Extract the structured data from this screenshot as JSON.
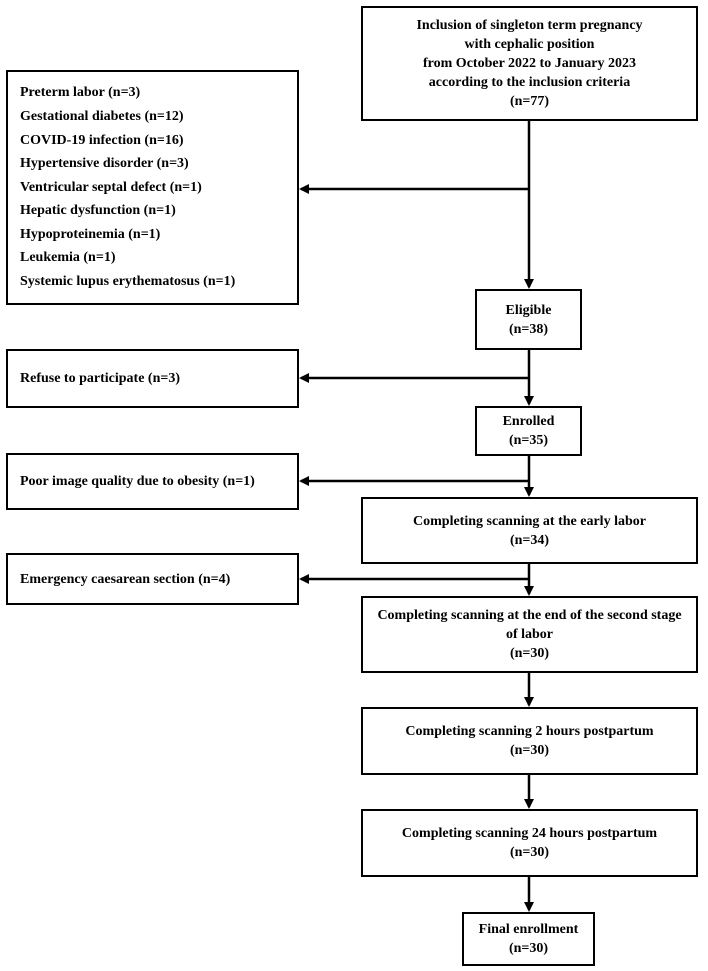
{
  "boxes": {
    "inclusion": [
      "Inclusion of singleton term pregnancy",
      "with cephalic position",
      "from October 2022 to January 2023",
      "according to the inclusion criteria",
      "(n=77)"
    ],
    "exclusions": [
      "Preterm labor (n=3)",
      "Gestational diabetes (n=12)",
      "COVID-19 infection (n=16)",
      "Hypertensive disorder (n=3)",
      "Ventricular septal defect (n=1)",
      "Hepatic dysfunction (n=1)",
      "Hypoproteinemia (n=1)",
      "Leukemia (n=1)",
      "Systemic lupus erythematosus (n=1)"
    ],
    "eligible": [
      "Eligible",
      "(n=38)"
    ],
    "refuse": [
      "Refuse to participate (n=3)"
    ],
    "enrolled": [
      "Enrolled",
      "(n=35)"
    ],
    "poor_image": [
      "Poor image quality due to obesity (n=1)"
    ],
    "early_labor": [
      "Completing  scanning at the early labor",
      "(n=34)"
    ],
    "emergency": [
      "Emergency caesarean section (n=4)"
    ],
    "second_stage": [
      "Completing scanning at the end of the second stage",
      "of labor",
      "(n=30)"
    ],
    "postpartum_2h": [
      "Completing scanning 2 hours postpartum",
      "(n=30)"
    ],
    "postpartum_24h": [
      "Completing scanning 24 hours postpartum",
      "(n=30)"
    ],
    "final": [
      "Final enrollment",
      "(n=30)"
    ]
  }
}
